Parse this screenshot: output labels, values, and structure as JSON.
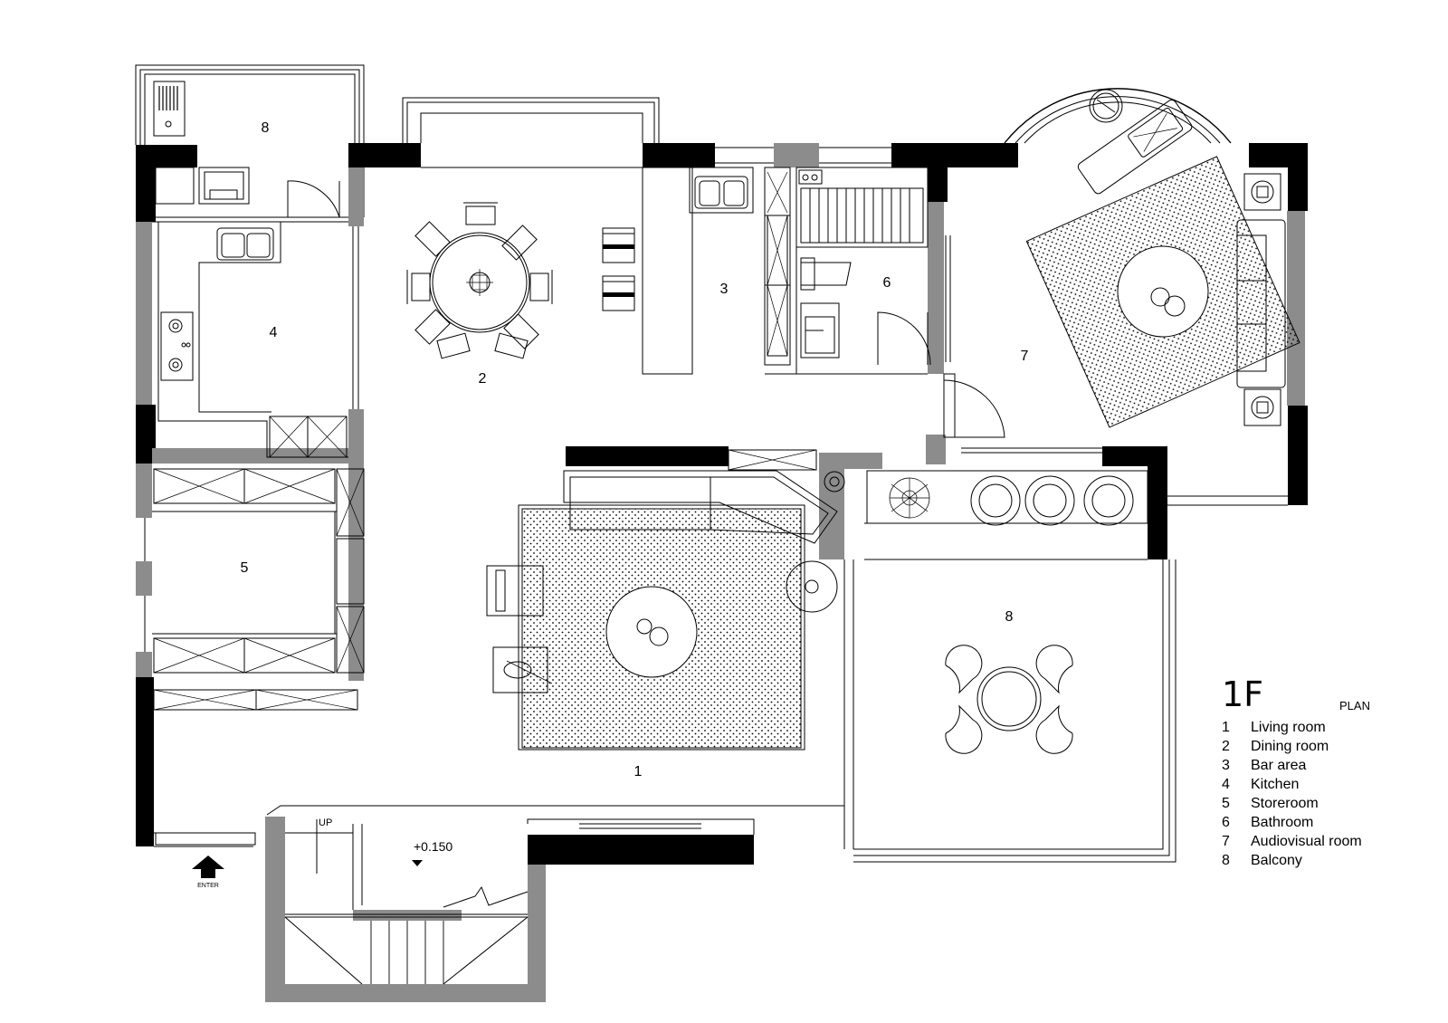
{
  "legend": {
    "title": "1F",
    "subtitle": "PLAN",
    "items": [
      {
        "num": "1",
        "label": "Living room"
      },
      {
        "num": "2",
        "label": "Dining room"
      },
      {
        "num": "3",
        "label": "Bar area"
      },
      {
        "num": "4",
        "label": "Kitchen"
      },
      {
        "num": "5",
        "label": "Storeroom"
      },
      {
        "num": "6",
        "label": "Bathroom"
      },
      {
        "num": "7",
        "label": "Audiovisual room"
      },
      {
        "num": "8",
        "label": "Balcony"
      }
    ]
  },
  "room_numbers": {
    "living": "1",
    "dining": "2",
    "bar": "3",
    "kitchen": "4",
    "storeroom": "5",
    "bathroom": "6",
    "audiovisual": "7",
    "balcony_top": "8",
    "balcony_right": "8"
  },
  "annotations": {
    "up": "UP",
    "level": "+0.150",
    "enter": "ENTER"
  }
}
